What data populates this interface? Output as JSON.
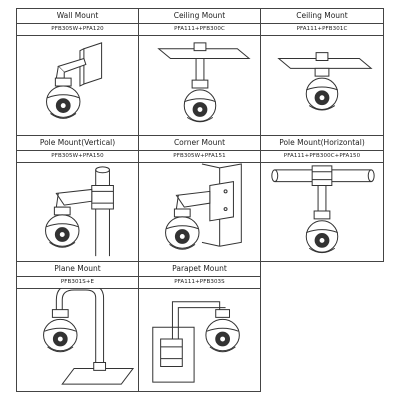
{
  "mounts": [
    {
      "id": "wall",
      "title": "Wall Mount",
      "model": "PFB305W+PFA120",
      "illustration": "wall-mount-drawing"
    },
    {
      "id": "ceil1",
      "title": "Ceiling Mount",
      "model": "PFA111+PFB300C",
      "illustration": "ceiling-mount-pendant-drawing"
    },
    {
      "id": "ceil2",
      "title": "Ceiling Mount",
      "model": "PFA111+PFB301C",
      "illustration": "ceiling-mount-short-drawing"
    },
    {
      "id": "polev",
      "title": "Pole Mount(Vertical)",
      "model": "PFB305W+PFA150",
      "illustration": "pole-mount-vertical-drawing"
    },
    {
      "id": "corner",
      "title": "Corner Mount",
      "model": "PFB305W+PFA151",
      "illustration": "corner-mount-drawing"
    },
    {
      "id": "poleh",
      "title": "Pole Mount(Horizontal)",
      "model": "PFA111+PFB300C+PFA150",
      "illustration": "pole-mount-horizontal-drawing"
    },
    {
      "id": "plane",
      "title": "Plane Mount",
      "model": "PFB301S+E",
      "illustration": "plane-mount-drawing"
    },
    {
      "id": "parapet",
      "title": "Parapet Mount",
      "model": "PFA111+PFB303S",
      "illustration": "parapet-mount-drawing"
    }
  ]
}
